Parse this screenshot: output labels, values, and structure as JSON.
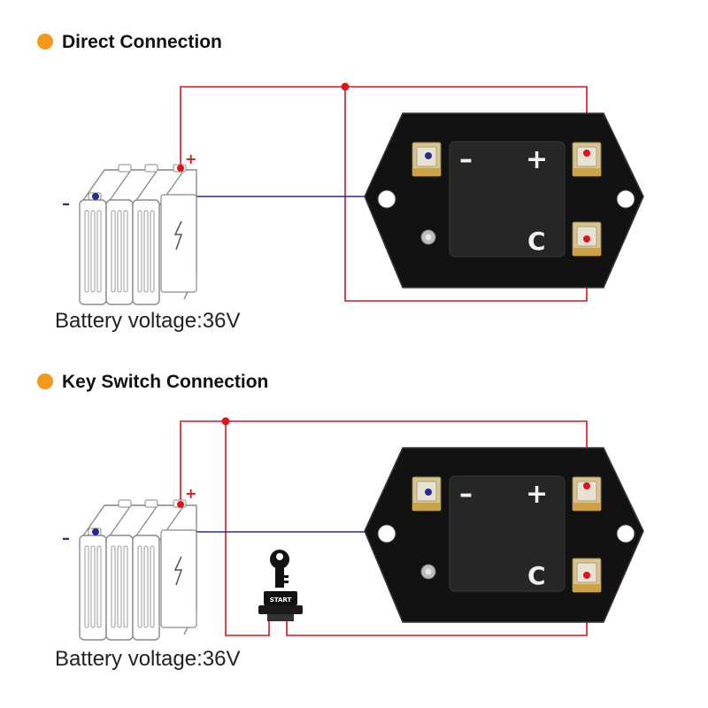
{
  "sections": [
    {
      "title": "Direct Connection",
      "battery_caption": "Battery voltage:36V",
      "plus_sign": "+",
      "minus_sign": "–"
    },
    {
      "title": "Key Switch Connection",
      "battery_caption": "Battery voltage:36V",
      "plus_sign": "+",
      "minus_sign": "–"
    }
  ],
  "device": {
    "minus_label": "–",
    "plus_label": "+",
    "c_label": "C"
  },
  "key_switch": {
    "label": "START"
  },
  "colors": {
    "bullet": "#f39a1e",
    "wire_positive": "#e1121b",
    "wire_negative": "#2a2c8c",
    "device_body": "#111111",
    "terminal": "#d8c28a"
  }
}
